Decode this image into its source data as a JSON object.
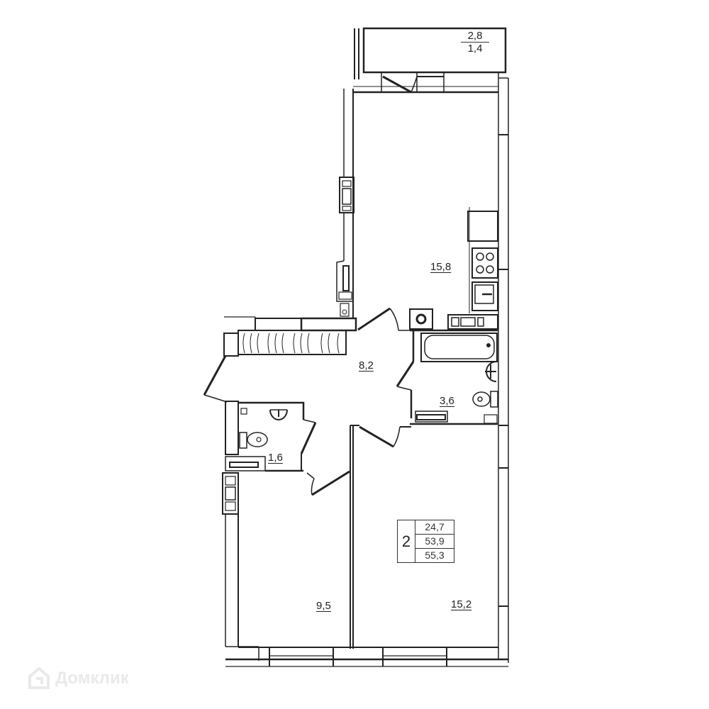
{
  "plan": {
    "title": "2-room apartment floor plan",
    "rooms": [
      {
        "id": "kitchen",
        "area": "15,8"
      },
      {
        "id": "hallway",
        "area": "8,2"
      },
      {
        "id": "bathroom",
        "area": "3,6"
      },
      {
        "id": "toilet",
        "area": "1,6"
      },
      {
        "id": "bedroom-small",
        "area": "9,5"
      },
      {
        "id": "bedroom-large",
        "area": "15,2"
      }
    ],
    "balcony": {
      "area": "2,8",
      "reduced_area": "1,4"
    },
    "summary": {
      "room_count": "2",
      "living_area": "24,7",
      "total_area": "53,9",
      "total_with_balcony": "55,3"
    }
  },
  "watermark": {
    "text": "Домклик",
    "icon": "house-logo-icon"
  },
  "colors": {
    "wall": "#222222",
    "thin_line": "#555555",
    "background": "#ffffff",
    "watermark": "#e9e9e9"
  }
}
